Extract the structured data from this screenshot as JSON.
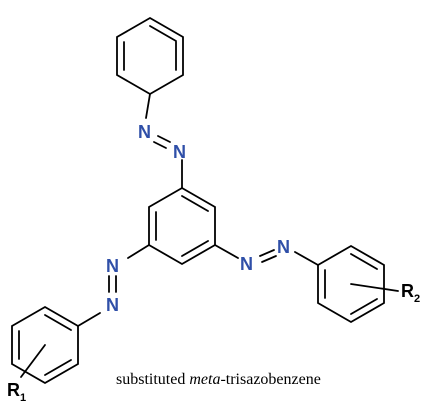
{
  "colors": {
    "nitrogen": "#2f4fa8",
    "bond": "#000000",
    "text": "#000000"
  },
  "atoms": {
    "n_top_1": "N",
    "n_top_2": "N",
    "n_right_1": "N",
    "n_right_2": "N",
    "n_left_1": "N",
    "n_left_2": "N"
  },
  "substituents": {
    "r1": "R",
    "r1_index": "1",
    "r2": "R",
    "r2_index": "2"
  },
  "caption": {
    "prefix": "substituted ",
    "italic": "meta",
    "suffix": "-trisazobenzene"
  }
}
